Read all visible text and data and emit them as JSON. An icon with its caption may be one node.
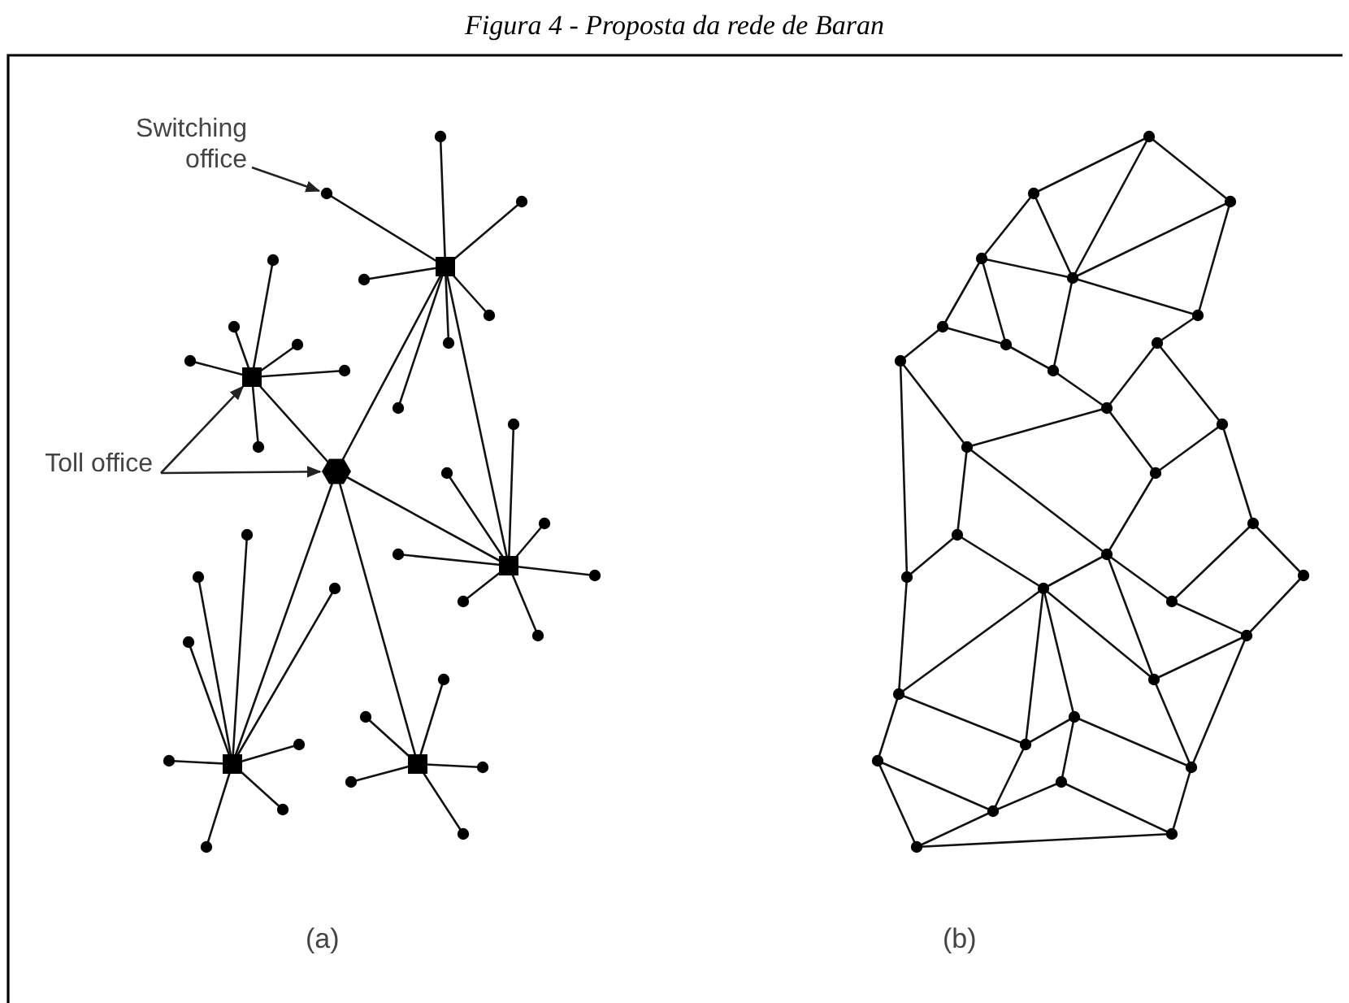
{
  "diagram": {
    "title": "Figura 4 - Proposta da rede de Baran",
    "nodes": [
      {
        "text": [
          "Switching office"
        ]
      },
      {
        "text": [],
        "shape": "circle"
      },
      {
        "text": [
          "Toll office"
        ]
      },
      {
        "text": [],
        "shape": "box"
      },
      {
        "text": [],
        "shape": "hexagon"
      }
    ],
    "edges": [
      {
        "from": 0,
        "to": 1,
        "arrow": "to"
      },
      {
        "from": 2,
        "to": 3,
        "arrow": "to"
      },
      {
        "from": 2,
        "to": 4,
        "arrow": "to"
      }
    ],
    "labels": [
      "(a)",
      "(b)"
    ]
  }
}
